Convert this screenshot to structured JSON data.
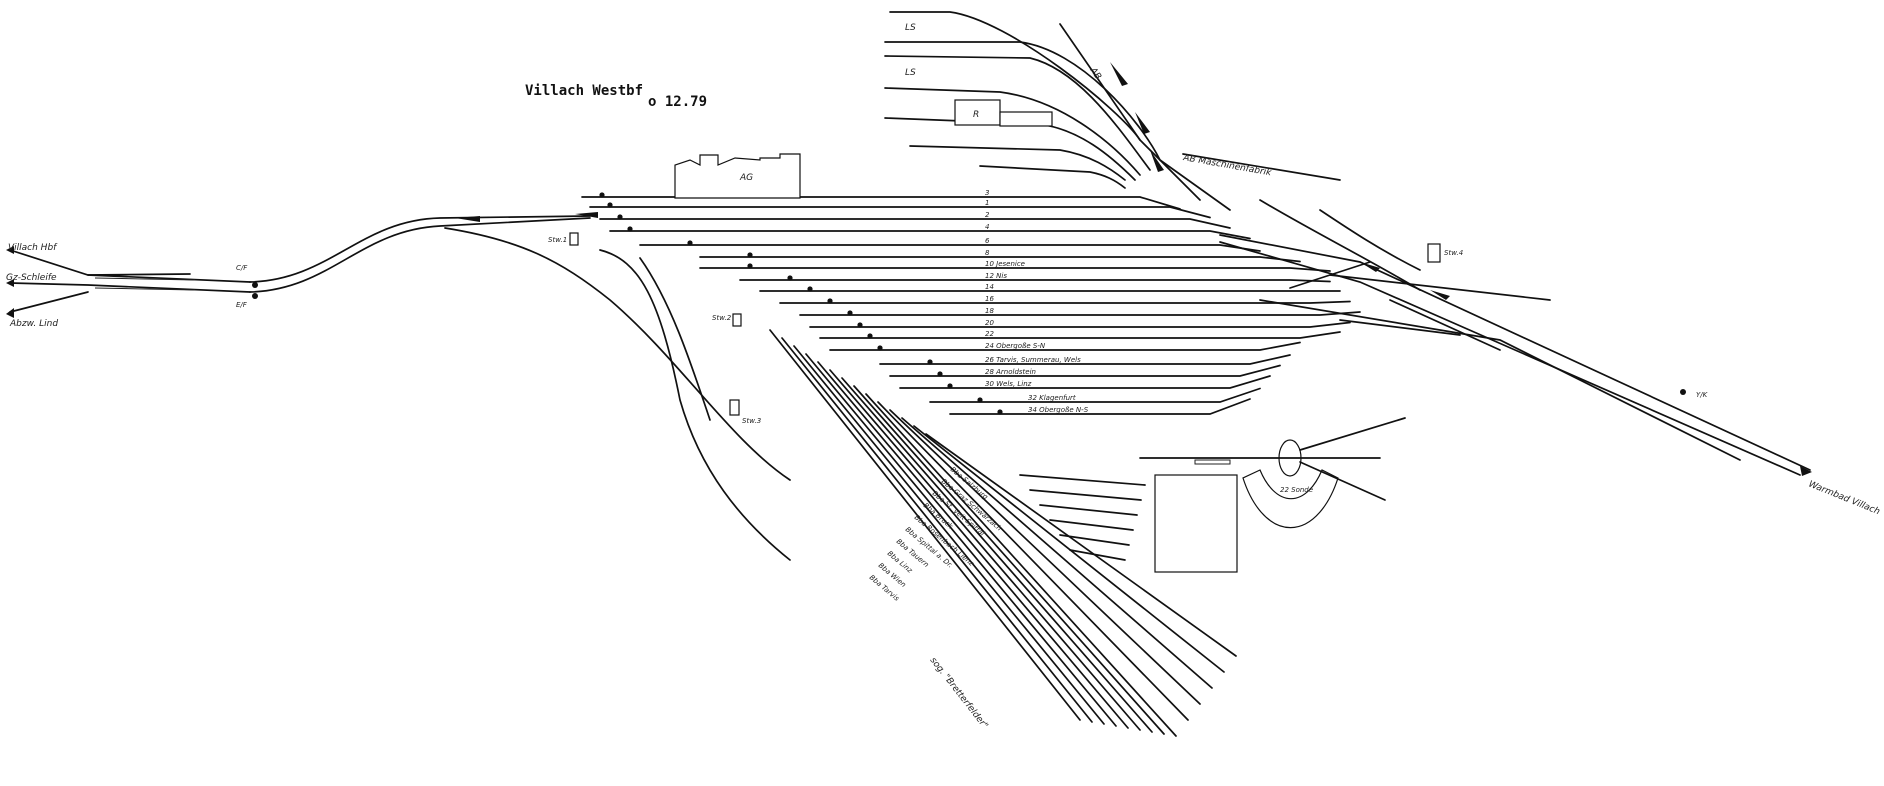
{
  "title": "Villach Westbf",
  "date": "o 12.79",
  "labels": {
    "villach_hbf": "Villach Hbf",
    "gz_schleife": "Gz-Schleife",
    "abzw_lind": "Abzw. Lind",
    "warmbad": "Warmbad Villach",
    "ls_1": "LS",
    "ls_2": "LS",
    "ab_top": "AB",
    "ab_maschinenfabrik": "AB Maschinenfabrik",
    "r_building": "R",
    "ag_building": "AG",
    "stw1": "Stw.1",
    "stw2": "Stw.2",
    "stw3": "Stw.3",
    "stw4": "Stw.4",
    "turntable": "22 Sonde",
    "bretterfelder": "sog. \"Bretterfelder\"",
    "c_f": "C/F",
    "e_f": "E/F",
    "y_k": "Y/K"
  },
  "tracks": [
    {
      "no": "3",
      "dest": ""
    },
    {
      "no": "1",
      "dest": ""
    },
    {
      "no": "2",
      "dest": ""
    },
    {
      "no": "4",
      "dest": ""
    },
    {
      "no": "6",
      "dest": ""
    },
    {
      "no": "8",
      "dest": ""
    },
    {
      "no": "10",
      "dest": "Jesenice"
    },
    {
      "no": "12",
      "dest": "Nis"
    },
    {
      "no": "14",
      "dest": ""
    },
    {
      "no": "16",
      "dest": ""
    },
    {
      "no": "18",
      "dest": ""
    },
    {
      "no": "20",
      "dest": ""
    },
    {
      "no": "22",
      "dest": ""
    },
    {
      "no": "24",
      "dest": "Obergoße S-N"
    },
    {
      "no": "26",
      "dest": "Tarvis, Summerau, Wels"
    },
    {
      "no": "28",
      "dest": "Arnoldstein"
    },
    {
      "no": "30",
      "dest": "Wels, Linz"
    },
    {
      "no": "32",
      "dest": "Klagenfurt"
    },
    {
      "no": "34",
      "dest": "Obergoße N-S"
    }
  ],
  "fan_labels": [
    "Bba Salzburg",
    "Bba Graz Schwarzach",
    "Bba St. Veit Spittal",
    "Bba Bruck",
    "Bba Rosenbach Lienz",
    "Bba Spittal a. Dr.",
    "Bba Tauern",
    "Bba Linz",
    "Bba Wien",
    "Bba Tarvis"
  ]
}
